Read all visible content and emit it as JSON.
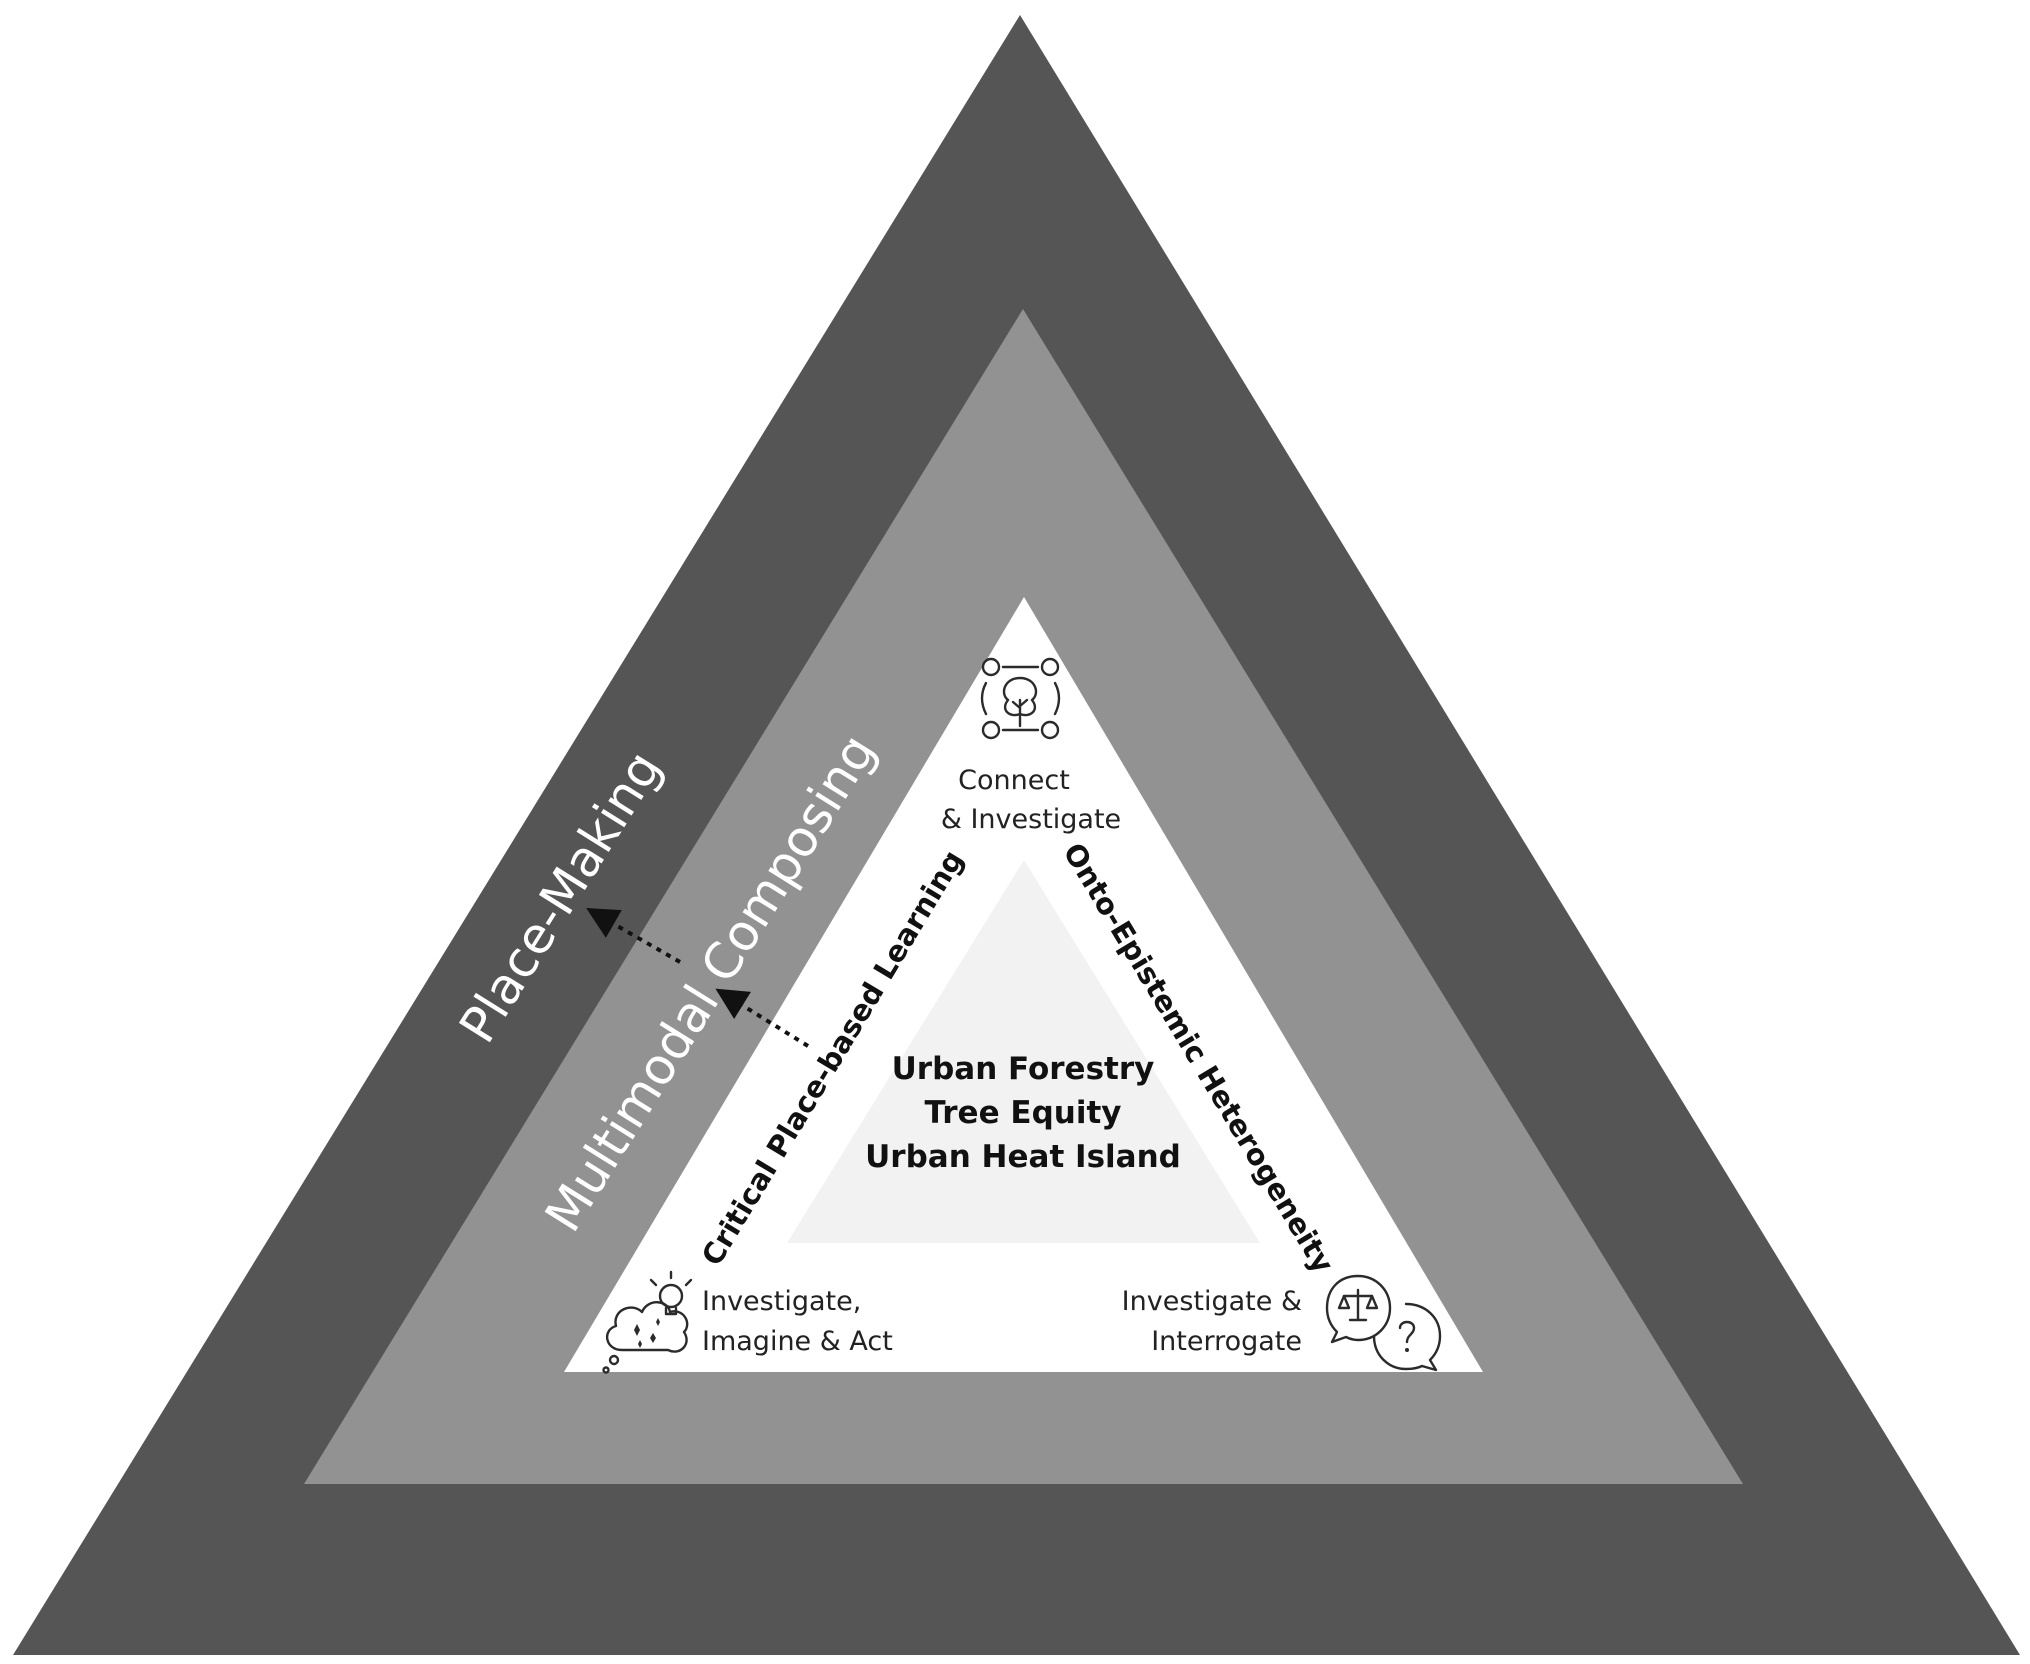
{
  "layers": {
    "outer": {
      "label": "Place-Making",
      "color": "#555555"
    },
    "middle": {
      "label": "Multimodal Composing",
      "color": "#929292"
    },
    "inner": {
      "color": "#ffffff"
    },
    "core": {
      "color": "#f2f2f2"
    }
  },
  "sides": {
    "left": "Critical Place-based Learning",
    "right": "Onto-Epistemic Heterogeneity"
  },
  "vertices": {
    "top": {
      "line1": "Connect",
      "line2": "& Investigate",
      "icon": "tree-network-icon"
    },
    "bottom_left": {
      "line1": "Investigate,",
      "line2": "Imagine & Act",
      "icon": "idea-cloud-icon"
    },
    "bottom_right": {
      "line1": "Investigate &",
      "line2": "Interrogate",
      "icon": "scale-question-chat-icon"
    }
  },
  "center": {
    "lines": [
      "Urban Forestry",
      "Tree Equity",
      "Urban Heat Island"
    ]
  }
}
